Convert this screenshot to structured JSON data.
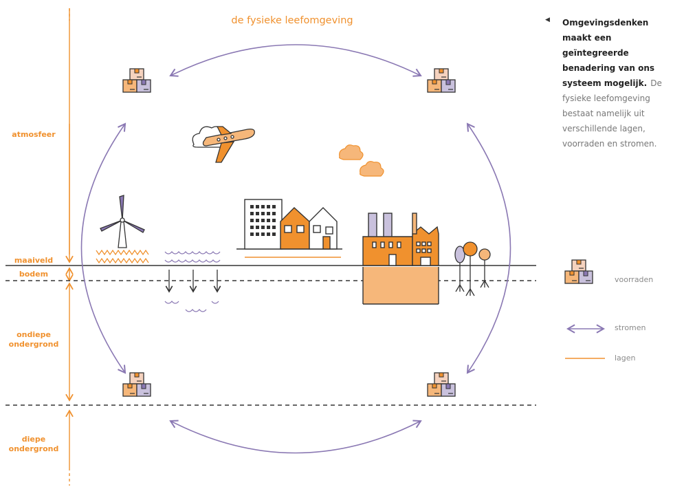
{
  "title": "de fysieke leefomgeving",
  "layers": {
    "atmosfeer": "atmosfeer",
    "maaiveld": "maaiveld",
    "bodem": "bodem",
    "ondiepe": "ondiepe\nondergrond",
    "diepe": "diepe\nondergrond"
  },
  "side": {
    "heading": "Omgevingsdenken maakt een geïntegreerde benadering van ons systeem mogelijk.",
    "body": "De fysieke leefomgeving bestaat namelijk uit verschillende lagen, voorraden en stromen."
  },
  "legend": {
    "voorraden": "voorraden",
    "stromen": "stromen",
    "lagen": "lagen"
  },
  "colors": {
    "orange": "#f0912e",
    "orange_light": "#f6b77a",
    "peach": "#f5d2be",
    "purple": "#8a78b3",
    "lavender": "#c9c1dd",
    "dark": "#333333",
    "ground": "#f6b77a"
  }
}
